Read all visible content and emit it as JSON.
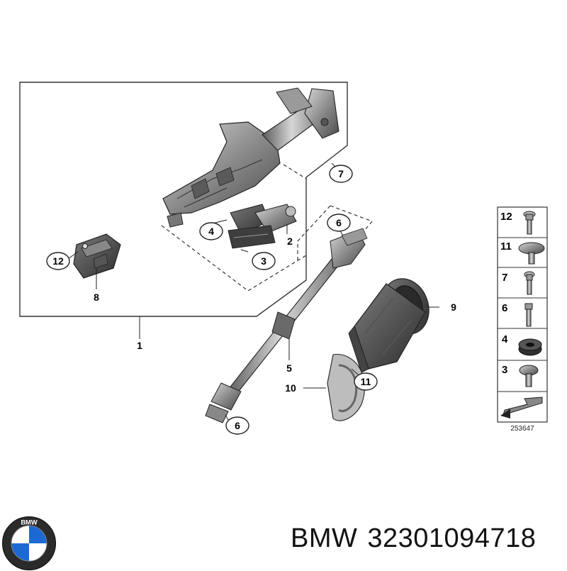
{
  "diagram": {
    "callouts": [
      {
        "id": "c1",
        "text": "1"
      },
      {
        "id": "c2",
        "text": "2"
      },
      {
        "id": "c3",
        "text": "3"
      },
      {
        "id": "c4",
        "text": "4"
      },
      {
        "id": "c5",
        "text": "5"
      },
      {
        "id": "c6a",
        "text": "6"
      },
      {
        "id": "c6b",
        "text": "6"
      },
      {
        "id": "c7",
        "text": "7"
      },
      {
        "id": "c8",
        "text": "8"
      },
      {
        "id": "c9",
        "text": "9"
      },
      {
        "id": "c10",
        "text": "10"
      },
      {
        "id": "c11",
        "text": "11"
      },
      {
        "id": "c12",
        "text": "12"
      }
    ],
    "legend": [
      "12",
      "11",
      "7",
      "6",
      "4",
      "3"
    ],
    "image_id": "253647"
  },
  "footer": {
    "brand": "BMW",
    "part_number": "32301094718",
    "logo_text": "BMW"
  },
  "colors": {
    "outline": "#2a2a2a",
    "part_dark": "#4a4a4a",
    "part_mid": "#8a8a8a",
    "part_light": "#c4c4c4",
    "bmw_blue": "#1c69d4"
  }
}
